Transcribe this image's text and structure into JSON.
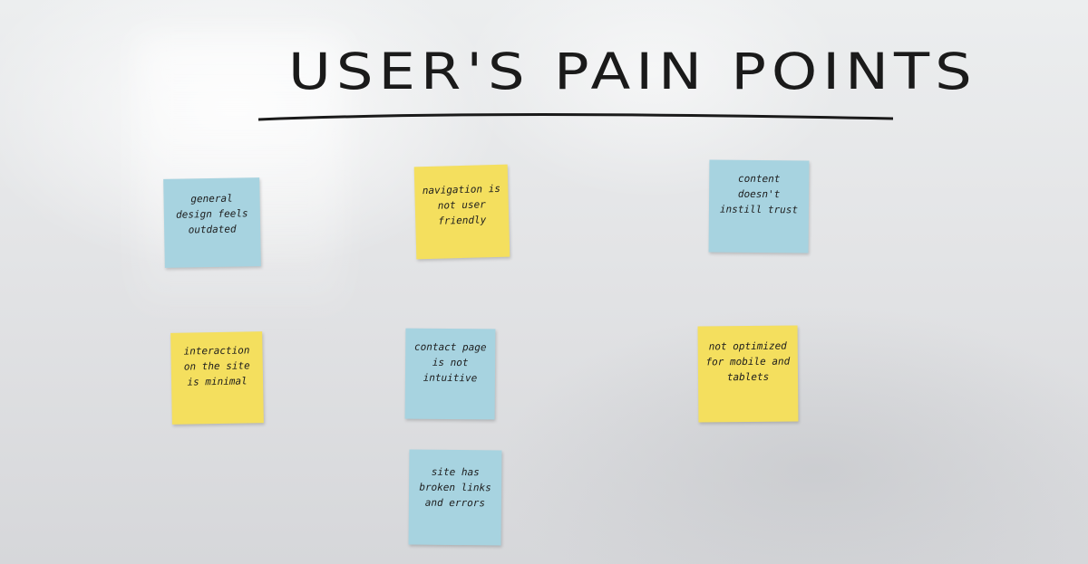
{
  "board": {
    "title": "USER'S PAIN POINTS",
    "notes": [
      {
        "text": "General design feels outdated",
        "color": "blue"
      },
      {
        "text": "Navigation is not user friendly",
        "color": "yellow"
      },
      {
        "text": "Content doesn't instill trust",
        "color": "blue"
      },
      {
        "text": "Interaction on the site is minimal",
        "color": "yellow"
      },
      {
        "text": "Contact page is not intuitive",
        "color": "blue"
      },
      {
        "text": "Not optimized for mobile and tablets",
        "color": "yellow"
      },
      {
        "text": "Site has broken links and errors",
        "color": "blue"
      }
    ]
  }
}
